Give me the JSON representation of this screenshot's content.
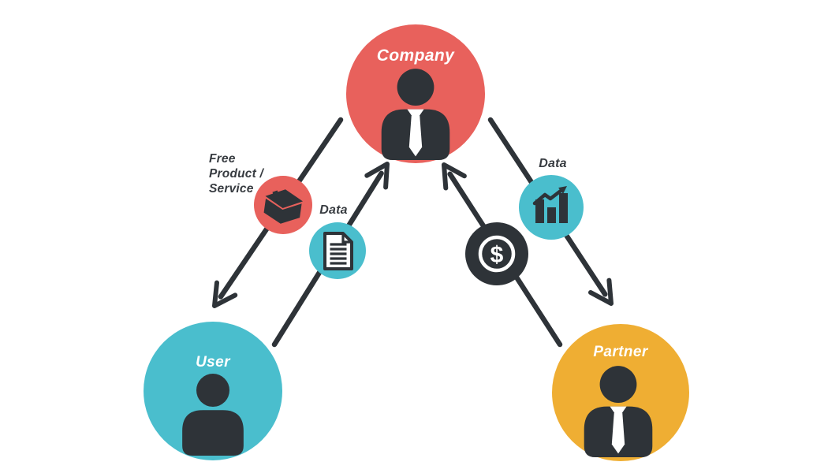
{
  "colors": {
    "company_red": "#E8615C",
    "user_teal": "#4ABECD",
    "partner_yellow": "#EFAE33",
    "ink_dark": "#2E3338",
    "label_text": "#383C41",
    "background": "#FFFFFF",
    "node_label_text": "#FFFFFF"
  },
  "nodes": {
    "company": {
      "label": "Company",
      "color": "#E8615C"
    },
    "user": {
      "label": "User",
      "color": "#4ABECD"
    },
    "partner": {
      "label": "Partner",
      "color": "#EFAE33"
    }
  },
  "edges": {
    "company_to_user": {
      "from": "Company",
      "to": "User",
      "label_line1": "Free",
      "label_line2": "Product /",
      "label_line3": "Service",
      "icon": "package-icon",
      "icon_bg": "#E8615C"
    },
    "user_to_company": {
      "from": "User",
      "to": "Company",
      "label": "Data",
      "icon": "document-icon",
      "icon_bg": "#4ABECD"
    },
    "partner_to_company": {
      "from": "Partner",
      "to": "Company",
      "symbol": "$",
      "icon": "dollar-coin-icon",
      "icon_bg": "#2E3338"
    },
    "company_to_partner": {
      "from": "Company",
      "to": "Partner",
      "label": "Data",
      "icon": "bar-chart-icon",
      "icon_bg": "#4ABECD"
    }
  }
}
